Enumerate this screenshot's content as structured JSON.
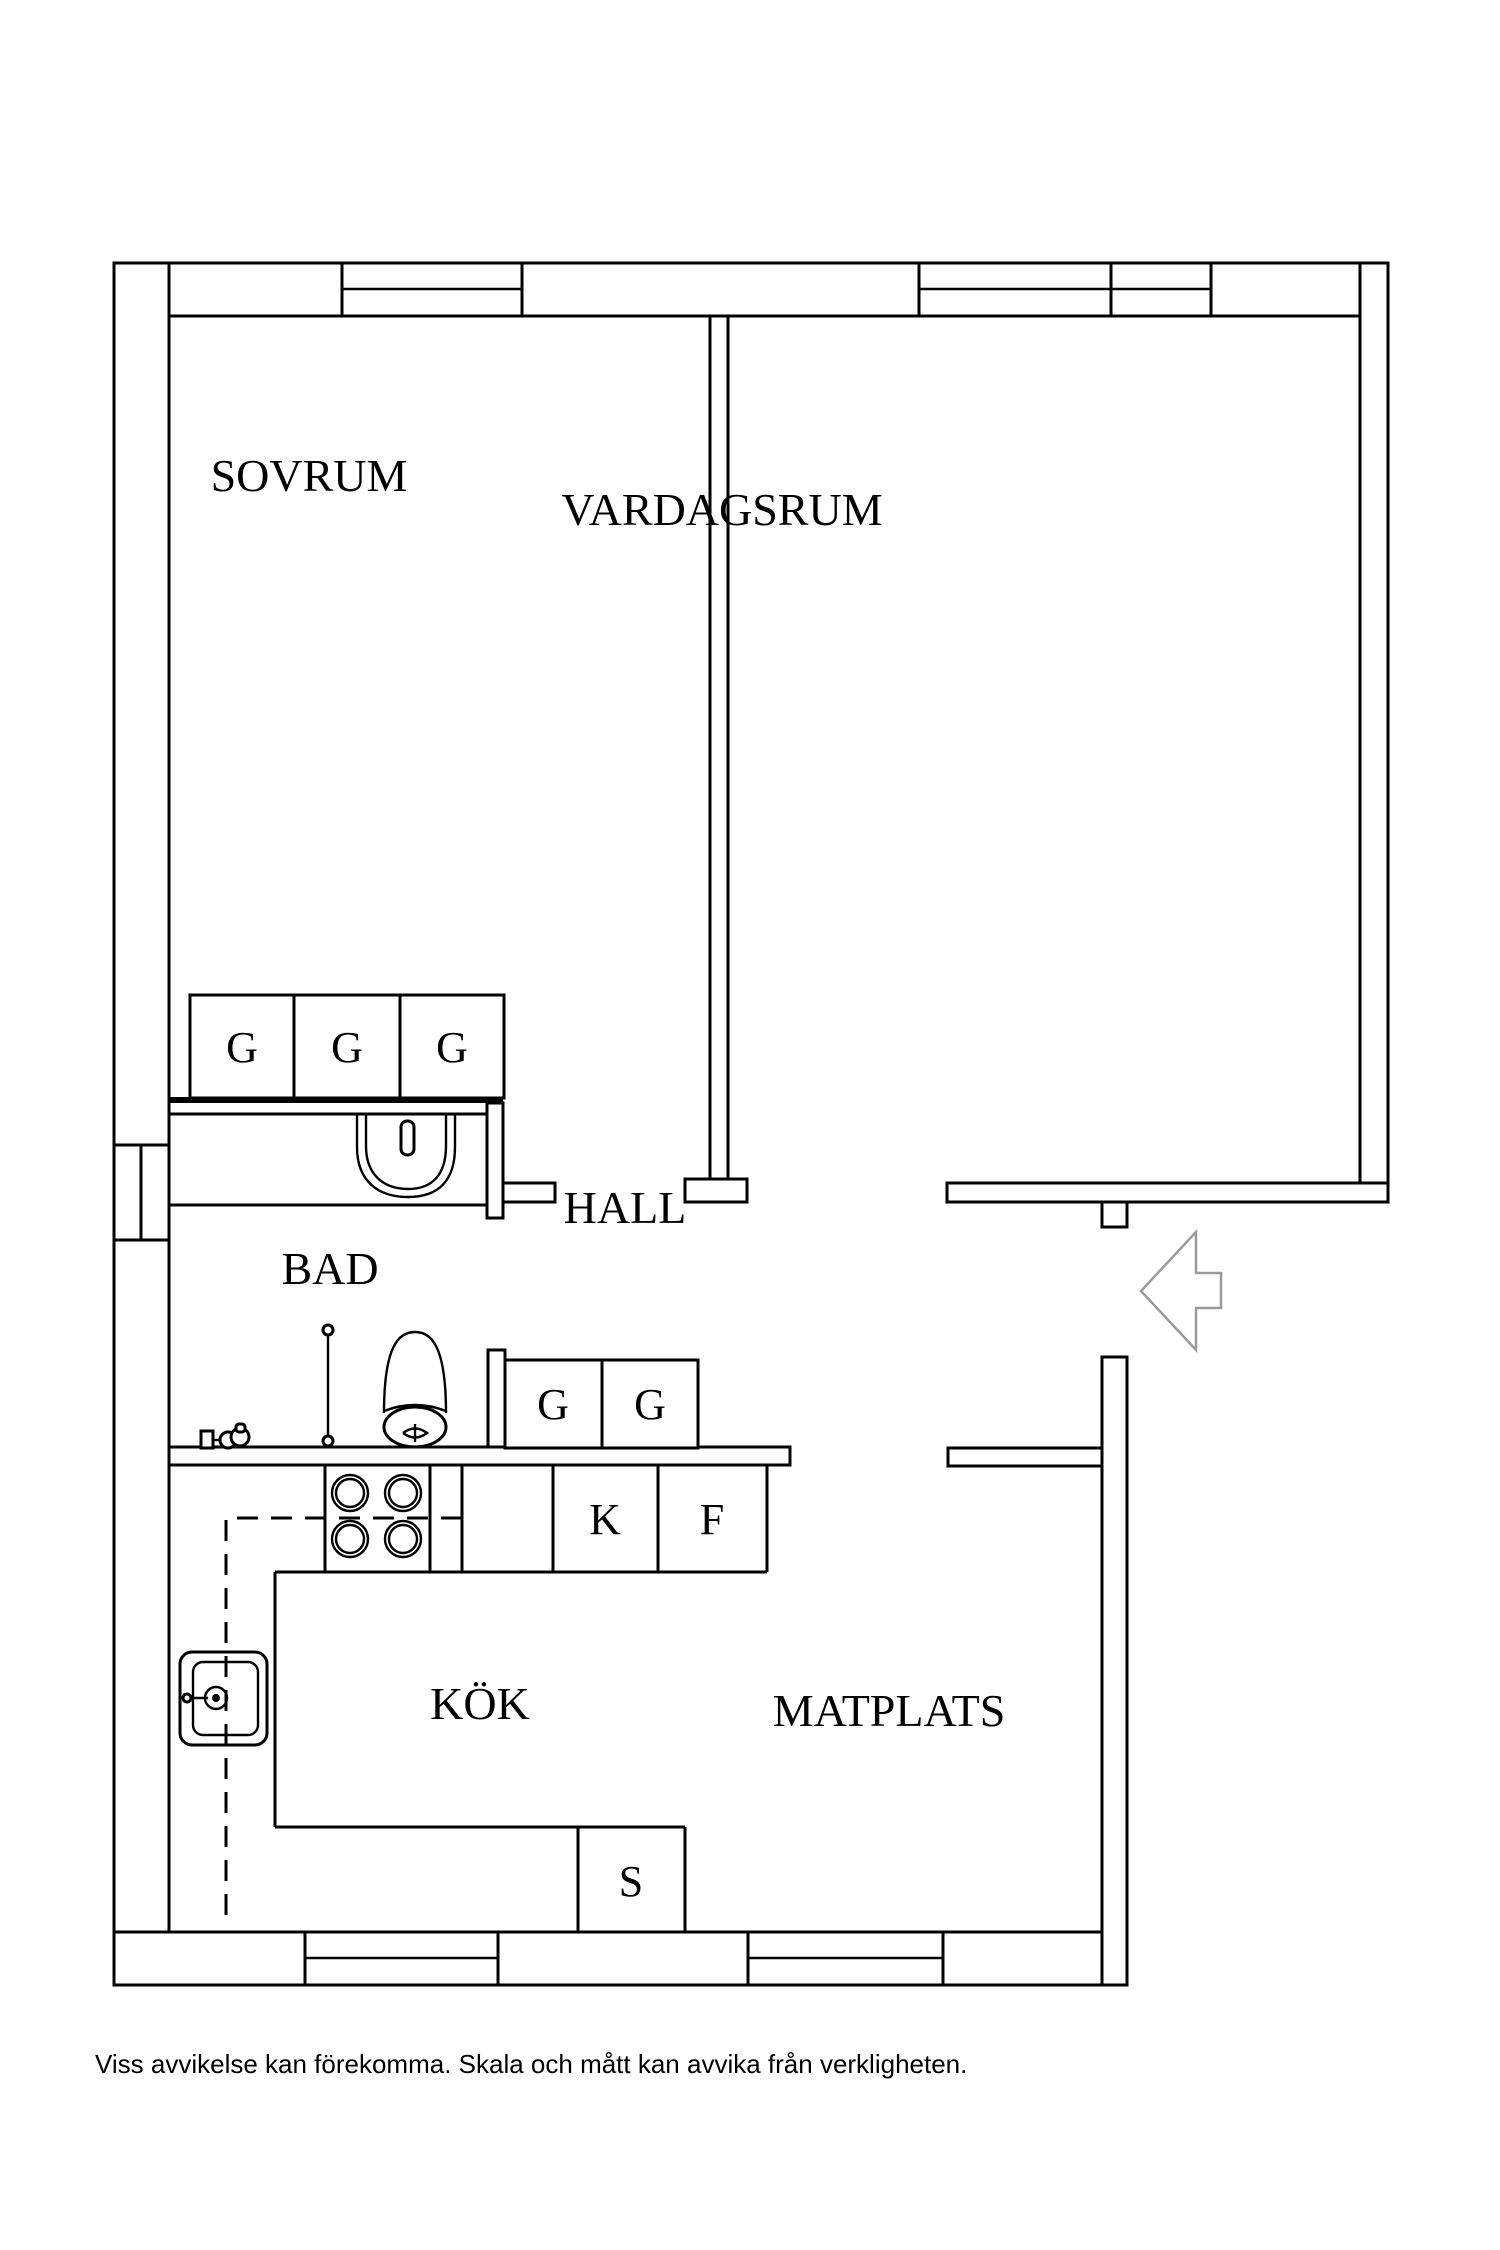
{
  "page": {
    "background": "#ffffff",
    "line_color": "#000000",
    "arrow_color": "#9b9b9b"
  },
  "rooms": {
    "sovrum": {
      "label": "SOVRUM"
    },
    "vardagsrum": {
      "label": "VARDAGSRUM"
    },
    "bad": {
      "label": "BAD"
    },
    "hall": {
      "label": "HALL"
    },
    "kok": {
      "label": "KÖK"
    },
    "matplats": {
      "label": "MATPLATS"
    }
  },
  "fixtures": {
    "wardrobes": [
      "G",
      "G",
      "G",
      "G",
      "G"
    ],
    "fridge": "K",
    "freezer": "F",
    "pantry": "S"
  },
  "icons": [
    "bath-sink-icon",
    "toilet-icon",
    "shower-rail-icon",
    "bath-faucet-icon",
    "stove-burners-icon",
    "kitchen-sink-icon",
    "entry-arrow-icon"
  ],
  "footer": {
    "disclaimer": "Viss avvikelse kan förekomma. Skala och mått kan avvika från verkligheten."
  }
}
